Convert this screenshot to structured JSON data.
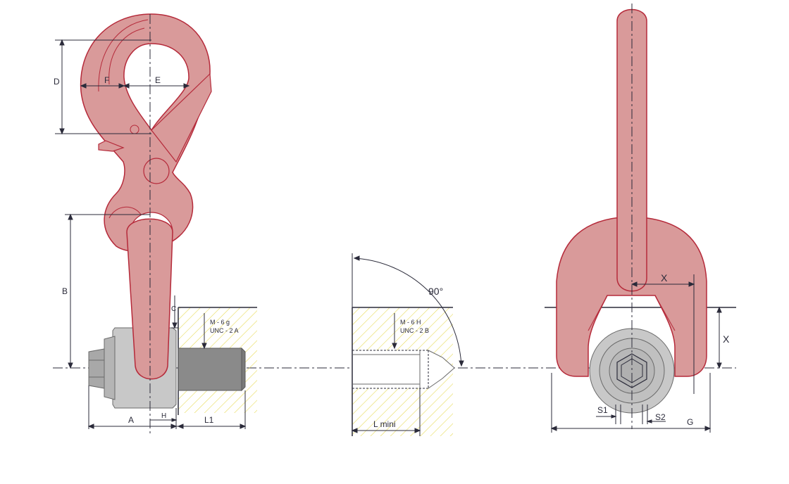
{
  "colors": {
    "body_fill": "#d99a9a",
    "body_stroke": "#b52a3a",
    "steel_fill": "#c8c8c8",
    "steel_dark": "#8a8a8a",
    "hatch": "#e8dc5a",
    "line": "#2b2b3a"
  },
  "labels": {
    "D": "D",
    "F": "F",
    "E": "E",
    "B": "B",
    "C": "C",
    "A": "A",
    "H": "H",
    "L1": "L1",
    "thread_ext_1": "M - 6 g",
    "thread_ext_2": "UNC - 2 A",
    "thread_int_1": "M - 6 H",
    "thread_int_2": "UNC - 2 B",
    "angle": "90°",
    "lmini": "L mini",
    "X_horizontal": "X",
    "X_vertical": "X",
    "S1": "S1",
    "S2": "S2",
    "G": "G"
  }
}
